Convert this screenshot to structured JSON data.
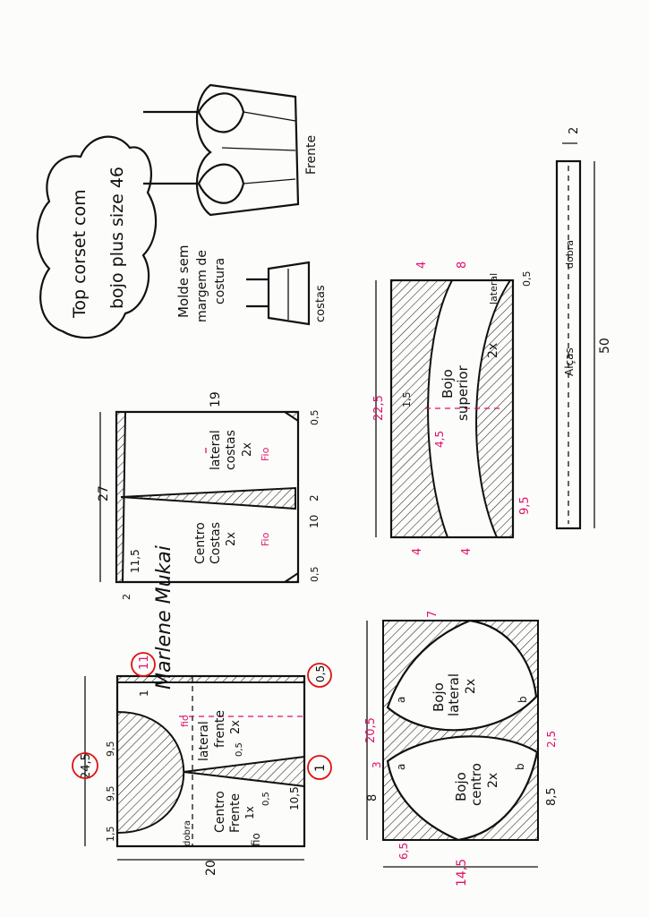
{
  "title": {
    "line1": "Top corset com",
    "line2": "bojo plus size 46"
  },
  "illustration": {
    "front_label": "Frente",
    "back_label": "costas"
  },
  "note": {
    "line1": "Molde sem",
    "line2": "margem de",
    "line3": "costura"
  },
  "straps": {
    "label": "Alças",
    "fold": "dobra",
    "length": "50",
    "width": "2"
  },
  "bojo_superior": {
    "name1": "Bojo",
    "name2": "superior",
    "count": "2x",
    "side": "lateral",
    "height": "22,5",
    "top_left": "4",
    "top_right": "8",
    "corner": "0,5",
    "notch": "1,5",
    "center": "4,5",
    "half_width": "9,5",
    "bottom_left": "4",
    "bottom_right": "4"
  },
  "costas": {
    "lateral": {
      "name1": "lateral",
      "name2": "costas",
      "count": "2x",
      "width": "19",
      "top": "0,5",
      "grain": "Fio"
    },
    "centro": {
      "name1": "Centro",
      "name2": "Costas",
      "count": "2x",
      "width": "11,5",
      "bottom": "0,5",
      "grain": "Fio"
    },
    "height": "27",
    "dart_top": "2",
    "dart_bottom": "10",
    "edge": "2"
  },
  "signature": "Marlene Mukai",
  "frente": {
    "lateral": {
      "name1": "lateral",
      "name2": "frente",
      "count": "2x",
      "top": "11",
      "edge": "1",
      "corner": "0,5",
      "grain": "fio"
    },
    "centro": {
      "name1": "Centro",
      "name2": "Frente",
      "count": "1x",
      "fold": "dobra",
      "grain": "fio"
    },
    "height": "24,5",
    "curve_a": "9,5",
    "curve_b": "9,5",
    "curve_c": "1,5",
    "dart_a": "0,5",
    "dart_b": "0,5",
    "dart_width": "1",
    "dart_offset": "10,5",
    "width": "20"
  },
  "bojo_lateral": {
    "name1": "Bojo",
    "name2": "lateral",
    "count": "2x",
    "top": "7",
    "point_a": "a",
    "point_b": "b",
    "gap": "2,5"
  },
  "bojo_centro": {
    "name1": "Bojo",
    "name2": "centro",
    "count": "2x",
    "point_a": "a",
    "point_b": "b",
    "height": "20,5",
    "gap": "3",
    "left": "8",
    "right": "8,5",
    "bottom": "6,5",
    "width": "14,5"
  }
}
